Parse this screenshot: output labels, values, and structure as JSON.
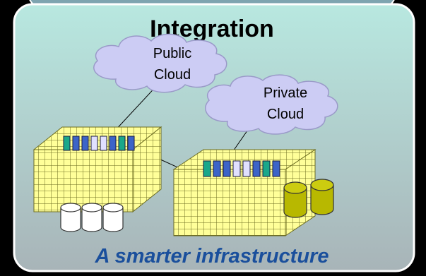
{
  "diagram": {
    "title": "Integration",
    "caption": "A smarter infrastructure",
    "clouds": [
      {
        "id": "public",
        "line1": "Public",
        "line2": "Cloud"
      },
      {
        "id": "private",
        "line1": "Private",
        "line2": "Cloud"
      }
    ],
    "colors": {
      "background": "#000000",
      "panel_top": "#b8e8e0",
      "panel_bottom": "#a8b4b8",
      "title": "#000000",
      "caption": "#1a4f9c",
      "cloud_fill": "#ccccf4",
      "cloud_stroke": "#9a9ac8",
      "grid_fill": "#ffff99",
      "grid_line": "#6b6b20",
      "teal_slot": "#1aa88a",
      "blue_slot": "#3c64c8",
      "pale_slot": "#e0e0ff",
      "disk_white": "#ffffff",
      "disk_olive": "#b8b800"
    },
    "icons": {
      "server_left": "server-rack-icon",
      "server_right": "server-rack-icon",
      "disks_left": "storage-disk-icon",
      "disks_right": "storage-disk-icon"
    }
  }
}
